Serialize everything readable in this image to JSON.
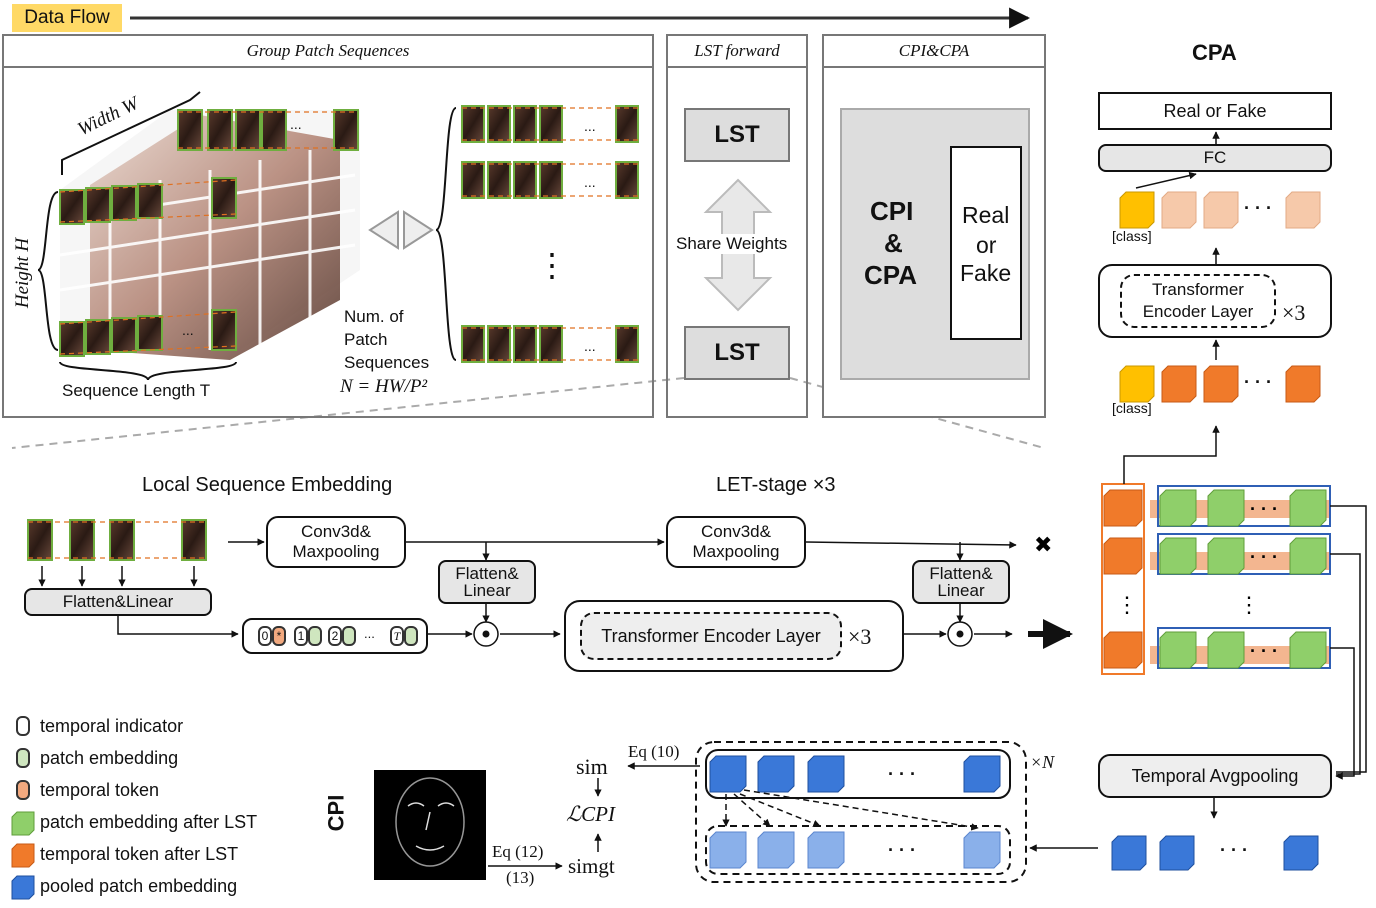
{
  "data_flow": {
    "label": "Data Flow"
  },
  "panels": {
    "group_patch": {
      "title": "Group Patch Sequences"
    },
    "lst_forward": {
      "title": "LST forward"
    },
    "cpi_cpa_small": {
      "title": "CPI&CPA"
    },
    "cpa": {
      "title": "CPA"
    },
    "cpi": {
      "title": "CPI"
    }
  },
  "group_patch": {
    "width_label": "Width W",
    "height_label": "Height H",
    "seq_label": "Sequence Length T",
    "num_label_1": "Num. of",
    "num_label_2": "Patch",
    "num_label_3": "Sequences",
    "num_formula": "N = HW/P²",
    "ellipsis": "...",
    "vdots": "⋮"
  },
  "lst_forward": {
    "lst_top": "LST",
    "lst_bottom": "LST",
    "share": "Share Weights"
  },
  "cpi_cpa_small": {
    "left_1": "CPI",
    "left_2": "&",
    "left_3": "CPA",
    "right_1": "Real",
    "right_2": "or",
    "right_3": "Fake"
  },
  "local_embed": {
    "title": "Local Sequence Embedding",
    "conv": "Conv3d& Maxpooling",
    "flatten_linear": "Flatten&Linear",
    "flatten_linear2": "Flatten& Linear",
    "tokens": [
      "0",
      "*",
      "1",
      "2",
      "...",
      "T"
    ]
  },
  "let_stage": {
    "title": "LET-stage ×3",
    "conv": "Conv3d& Maxpooling",
    "flatten_linear": "Flatten& Linear",
    "transformer": "Transformer Encoder Layer",
    "times3": "×3"
  },
  "cpa": {
    "real_fake": "Real or Fake",
    "fc": "FC",
    "transformer": "Transformer Encoder Layer",
    "times3": "×3",
    "class1": "[class]",
    "class2": "[class]",
    "dots": "· · ·"
  },
  "cpi": {
    "eq10": "Eq (10)",
    "eq12": "Eq (12)",
    "eq13": "(13)",
    "sim": "sim",
    "loss": "ℒCPI",
    "simgt": "simgt",
    "timesN": "×N",
    "avgpool": "Temporal Avgpooling",
    "dots": "· · ·"
  },
  "legend": [
    {
      "label": "temporal indicator",
      "color": "#ffffff"
    },
    {
      "label": "patch embedding",
      "color": "#cfe6bf"
    },
    {
      "label": "temporal token",
      "color": "#f2a97f"
    },
    {
      "label": "patch embedding after LST",
      "color": "#8fcf6a"
    },
    {
      "label": "temporal token after LST",
      "color": "#f07a2a"
    },
    {
      "label": "pooled patch embedding",
      "color": "#3a78d8"
    }
  ],
  "colors": {
    "green": "#8fcf6a",
    "orange": "#f07a2a",
    "blue": "#3a78d8",
    "lightblue": "#8ab0ea",
    "yellow": "#ffc000",
    "peach": "#f6c9aa"
  }
}
